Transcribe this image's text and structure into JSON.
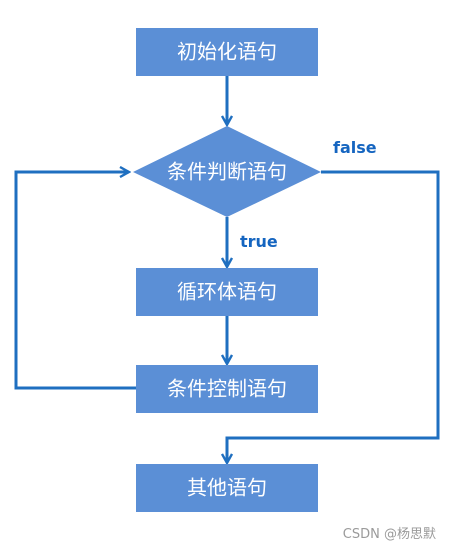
{
  "colors": {
    "node_fill": "#5b8fd6",
    "arrow": "#1f6fc0",
    "label": "#1565c0"
  },
  "nodes": {
    "init": "初始化语句",
    "condition": "条件判断语句",
    "loop_body": "循环体语句",
    "control": "条件控制语句",
    "other": "其他语句"
  },
  "edges": {
    "true_label": "true",
    "false_label": "false"
  },
  "watermark": "CSDN @杨思默"
}
